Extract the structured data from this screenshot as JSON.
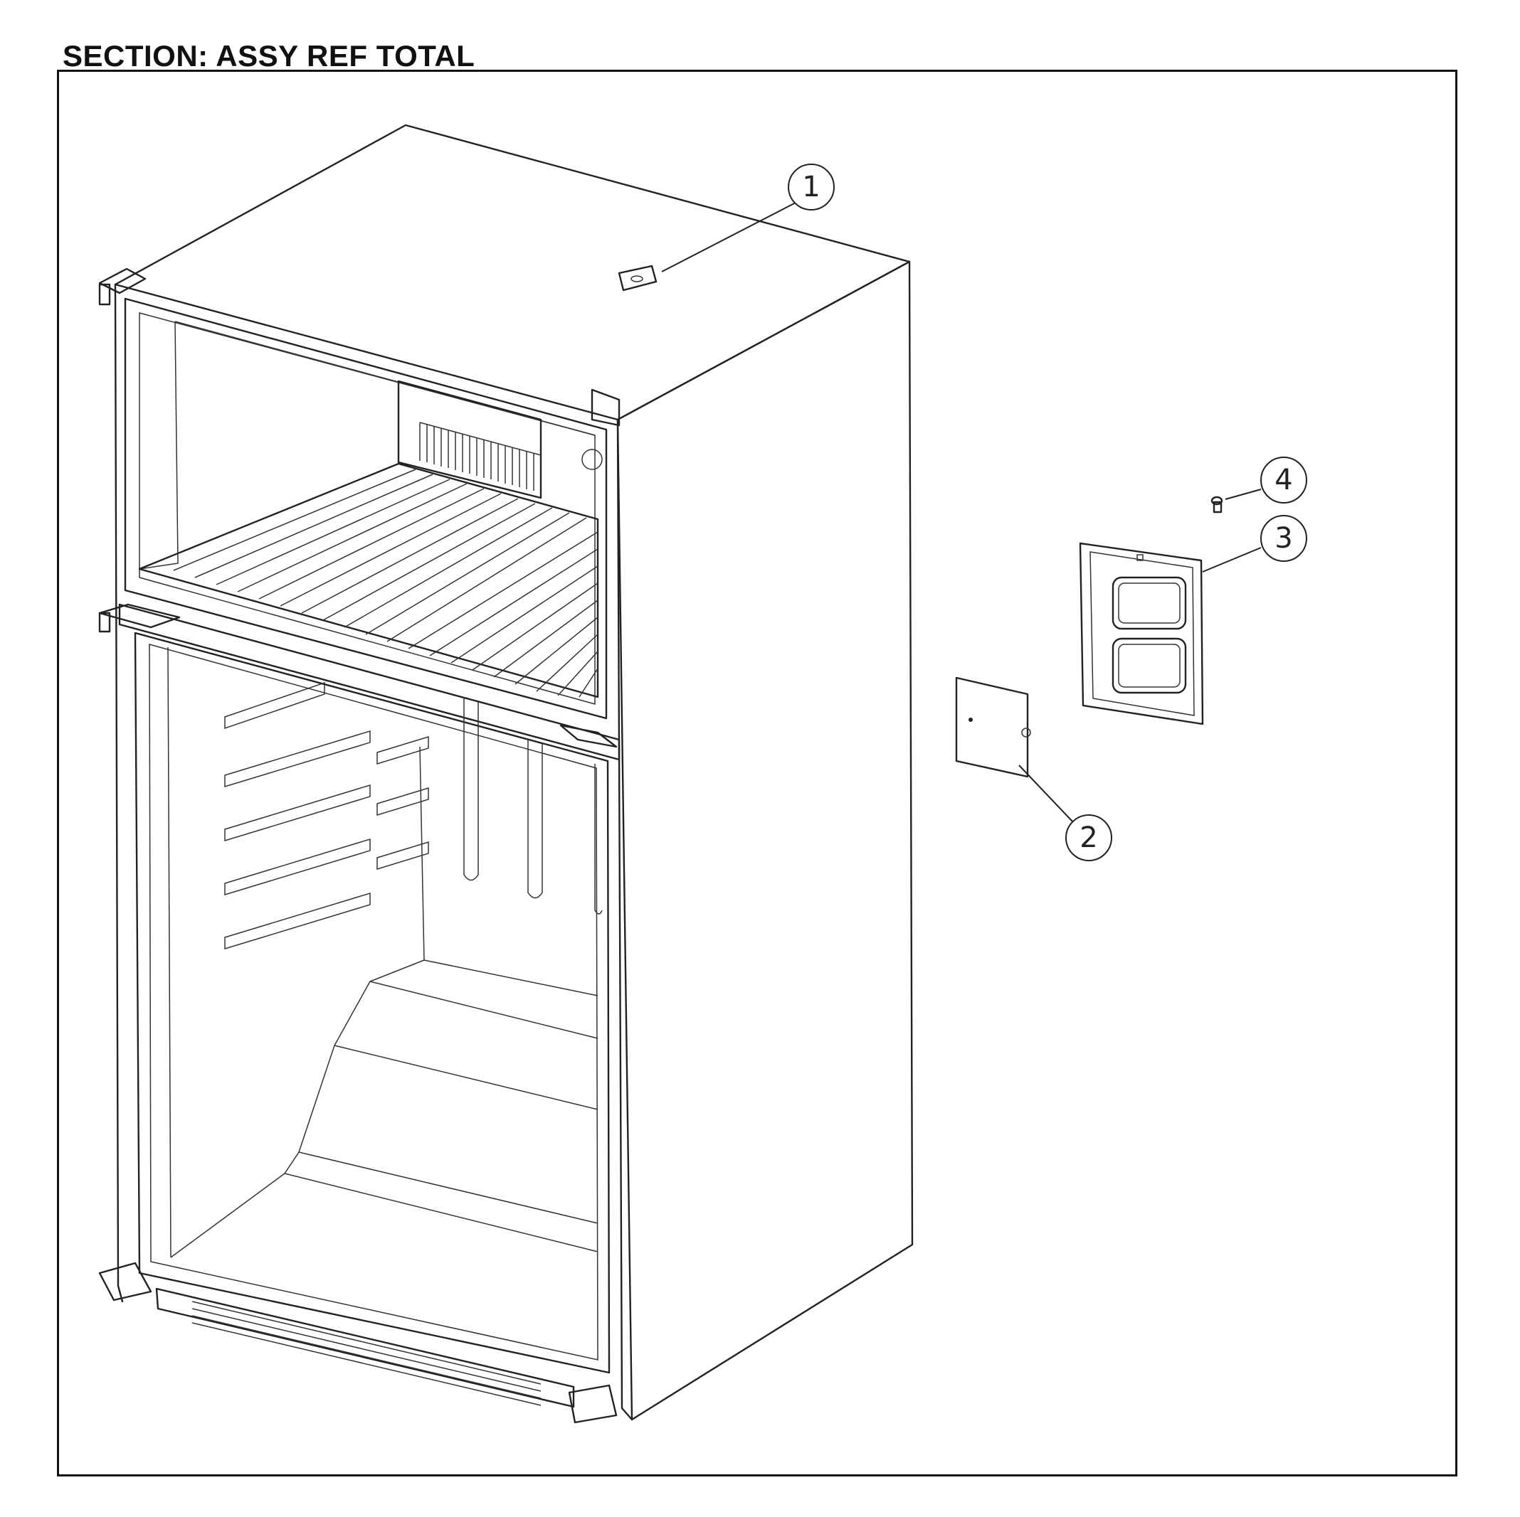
{
  "page": {
    "section_title": "SECTION: ASSY REF TOTAL"
  },
  "callouts": [
    {
      "id": "callout-1",
      "label": "1",
      "part": "top-cap"
    },
    {
      "id": "callout-2",
      "label": "2",
      "part": "back-panel-plate"
    },
    {
      "id": "callout-3",
      "label": "3",
      "part": "drain-tray-frame"
    },
    {
      "id": "callout-4",
      "label": "4",
      "part": "screw"
    }
  ]
}
